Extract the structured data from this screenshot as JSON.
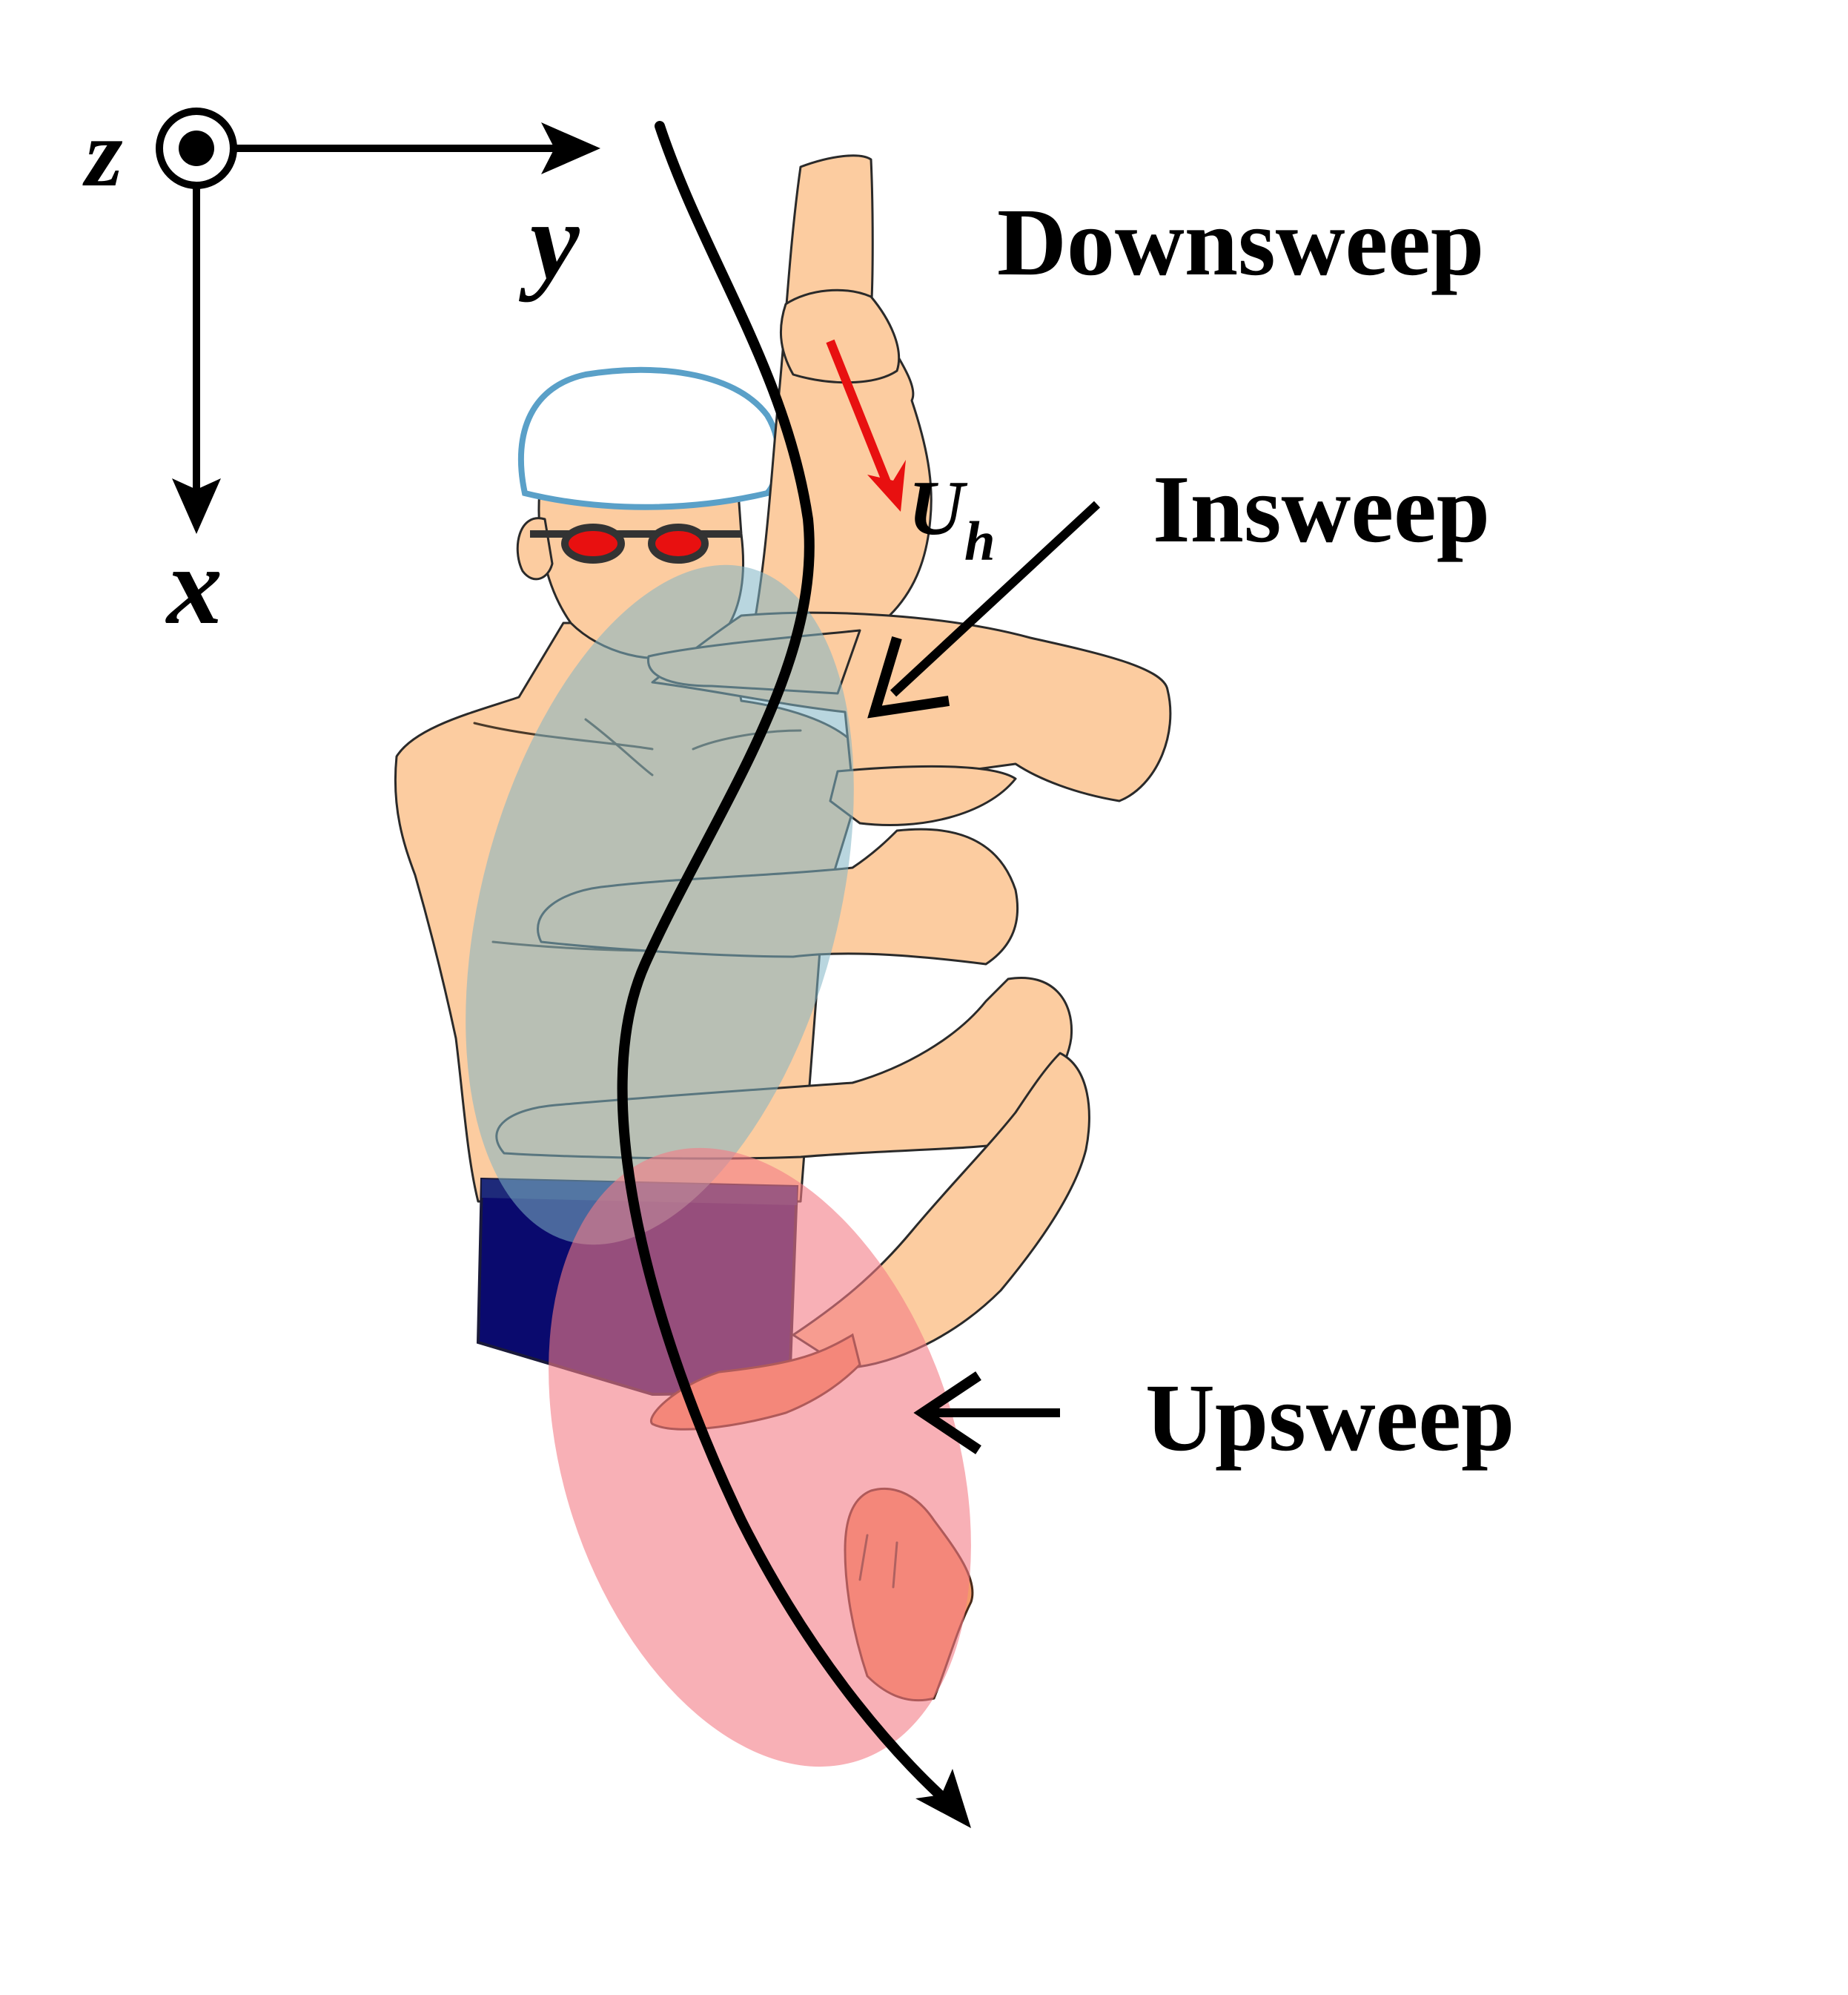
{
  "axes": {
    "z_label": "z",
    "y_label": "y",
    "x_label": "x"
  },
  "phases": {
    "downsweep": "Downsweep",
    "insweep": "Insweep",
    "upsweep": "Upsweep"
  },
  "velocity": {
    "symbol": "U",
    "subscript": "h"
  },
  "colors": {
    "skin": "#fccca0",
    "cap": "#ffffff",
    "cap_outline": "#5aa0c8",
    "goggles": "#e81010",
    "trunks": "#0a0a6e",
    "insweep_zone": "#7fb5c4",
    "upsweep_zone": "#f47c85",
    "velocity_arrow": "#e81010",
    "path": "#000000"
  }
}
